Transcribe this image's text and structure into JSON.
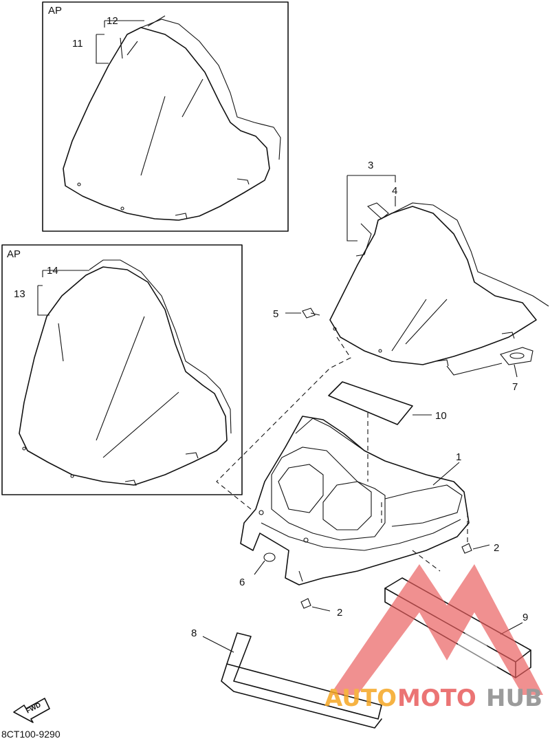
{
  "panels": {
    "ap_top": "AP",
    "ap_left": "AP"
  },
  "callouts": {
    "c1": "1",
    "c2a": "2",
    "c2b": "2",
    "c3": "3",
    "c4": "4",
    "c5": "5",
    "c6": "6",
    "c7": "7",
    "c8": "8",
    "c9": "9",
    "c10": "10",
    "c11": "11",
    "c12": "12",
    "c13": "13",
    "c14": "14"
  },
  "fwd_label": "FWD",
  "diagram_code": "8CT100-9290",
  "watermark": {
    "part1": "AUTO",
    "part2": "MOTO",
    "part3": "HUB",
    "color1": "#f5a623",
    "color2": "#e85c5c",
    "color3": "#8a8a8a"
  }
}
